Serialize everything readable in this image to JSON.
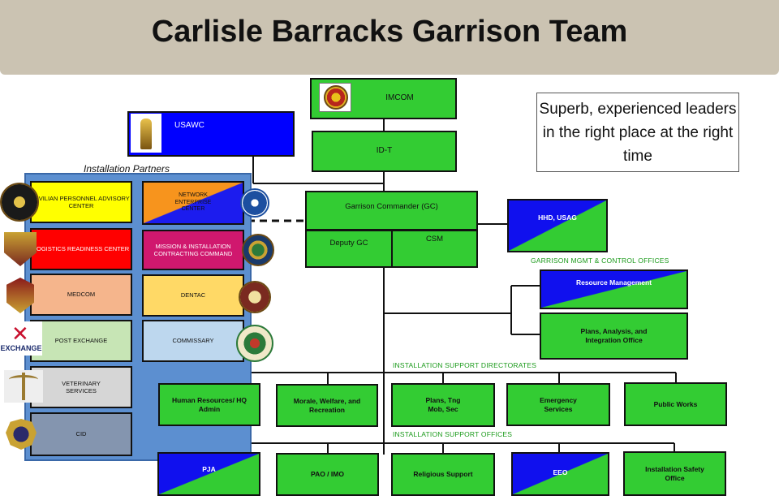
{
  "title": "Carlisle Barracks Garrison Team",
  "quote": "Superb, experienced leaders in the right place at the right time",
  "chain": {
    "imcom": "IMCOM",
    "usawc": "USAWC",
    "idt": "ID-T",
    "gc": "Garrison Commander (GC)",
    "deputy_gc": "Deputy GC",
    "csm": "CSM",
    "hhd": "HHD, USAG"
  },
  "partners": {
    "caption": "Installation Partners",
    "left": [
      "CIVILIAN PERSONNEL ADVISORY CENTER",
      "LOGISTICS READINESS CENTER",
      "MEDCOM",
      "POST EXCHANGE",
      "VETERINARY SERVICES",
      "CID"
    ],
    "right": [
      "NETWORK ENTERPRISE CENTER",
      "MISSION & INSTALLATION CONTRACTING COMMAND",
      "DENTAC",
      "COMMISSARY"
    ],
    "exchange_logo_text": "EXCHANGE"
  },
  "mgmt": {
    "label": "GARRISON MGMT & CONTROL OFFICES",
    "items": [
      "Resource Management",
      "Plans, Analysis, and Integration Office"
    ]
  },
  "directorates": {
    "label": "INSTALLATION SUPPORT DIRECTORATES",
    "items": [
      "Human Resources/ HQ Admin",
      "Morale, Welfare, and Recreation",
      "Plans, Tng Mob, Sec",
      "Emergency Services",
      "Public Works"
    ]
  },
  "offices": {
    "label": "INSTALLATION SUPPORT OFFICES",
    "items": [
      "PJA",
      "PAO / IMO",
      "Religious Support",
      "EEO",
      "Installation Safety Office"
    ]
  },
  "colors": {
    "green": "#33cc33",
    "blue": "#0000ff",
    "banner": "#cbc3b2",
    "partners_frame": "#5c8fd0"
  }
}
